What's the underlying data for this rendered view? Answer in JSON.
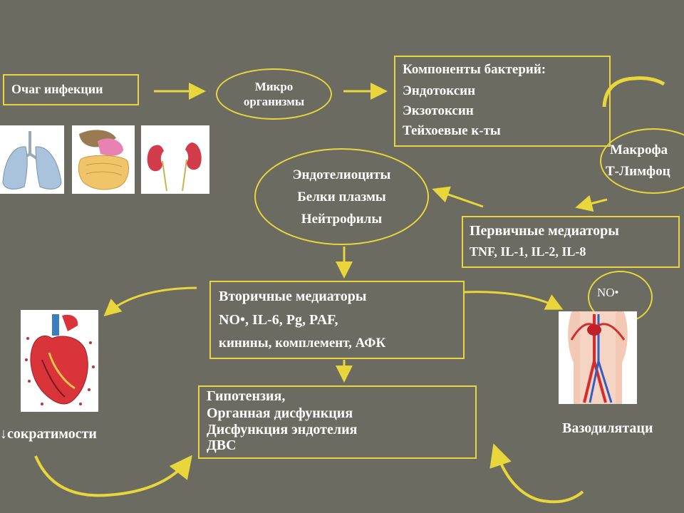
{
  "nodes": {
    "infection_focus": "Очаг инфекции",
    "microorganisms": [
      "Микро",
      "организмы"
    ],
    "bacteria_components": {
      "title": "Компоненты бактерий:",
      "items": [
        "Эндотоксин",
        "Экзотоксин",
        "Тейхоевые к-ты"
      ]
    },
    "macrophages": [
      "Макрофа",
      "Т-Лимфоц"
    ],
    "endothelium": [
      "Эндотелиоциты",
      "Белки плазмы",
      "Нейтрофилы"
    ],
    "primary_mediators": {
      "title": "Первичные медиаторы",
      "items": "TNF, IL-1, IL-2, IL-8"
    },
    "secondary_mediators": {
      "title": "Вторичные медиаторы",
      "line2": "NO•, IL-6, Pg, PAF,",
      "line3": "кинины, комплемент, АФК"
    },
    "no_radical": "NO•",
    "outcomes": [
      "Гипотензия,",
      "Органная дисфункция",
      "Дисфункция эндотелия",
      "ДВС"
    ],
    "contractility": "↓сократимости",
    "vasodilation": "Вазодилятаци"
  },
  "colors": {
    "background": "#6b6b61",
    "accent": "#e8d63a",
    "text": "#ffffff"
  },
  "images": [
    "lungs",
    "digestive-organs",
    "kidneys",
    "heart",
    "vascular-system"
  ]
}
